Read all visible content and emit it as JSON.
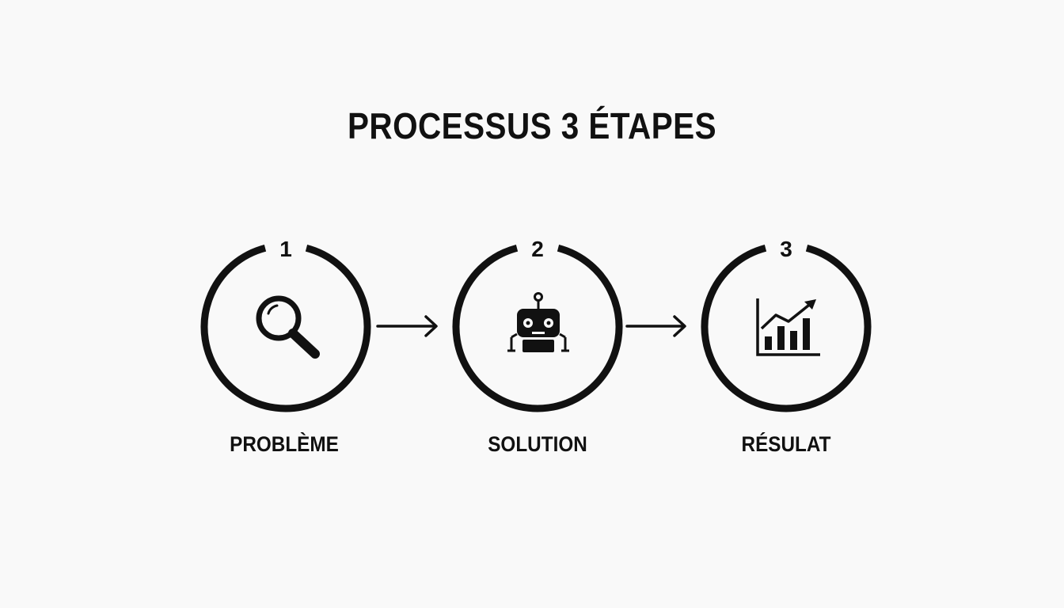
{
  "title": "PROCESSUS 3 ÉTAPES",
  "steps": [
    {
      "number": "1",
      "label": "PROBLÈME",
      "icon": "magnifying-glass-icon"
    },
    {
      "number": "2",
      "label": "SOLUTION",
      "icon": "robot-icon"
    },
    {
      "number": "3",
      "label": "RÉSULAT",
      "icon": "growth-chart-icon"
    }
  ],
  "colors": {
    "background": "#f9f9f9",
    "ink": "#111111"
  }
}
